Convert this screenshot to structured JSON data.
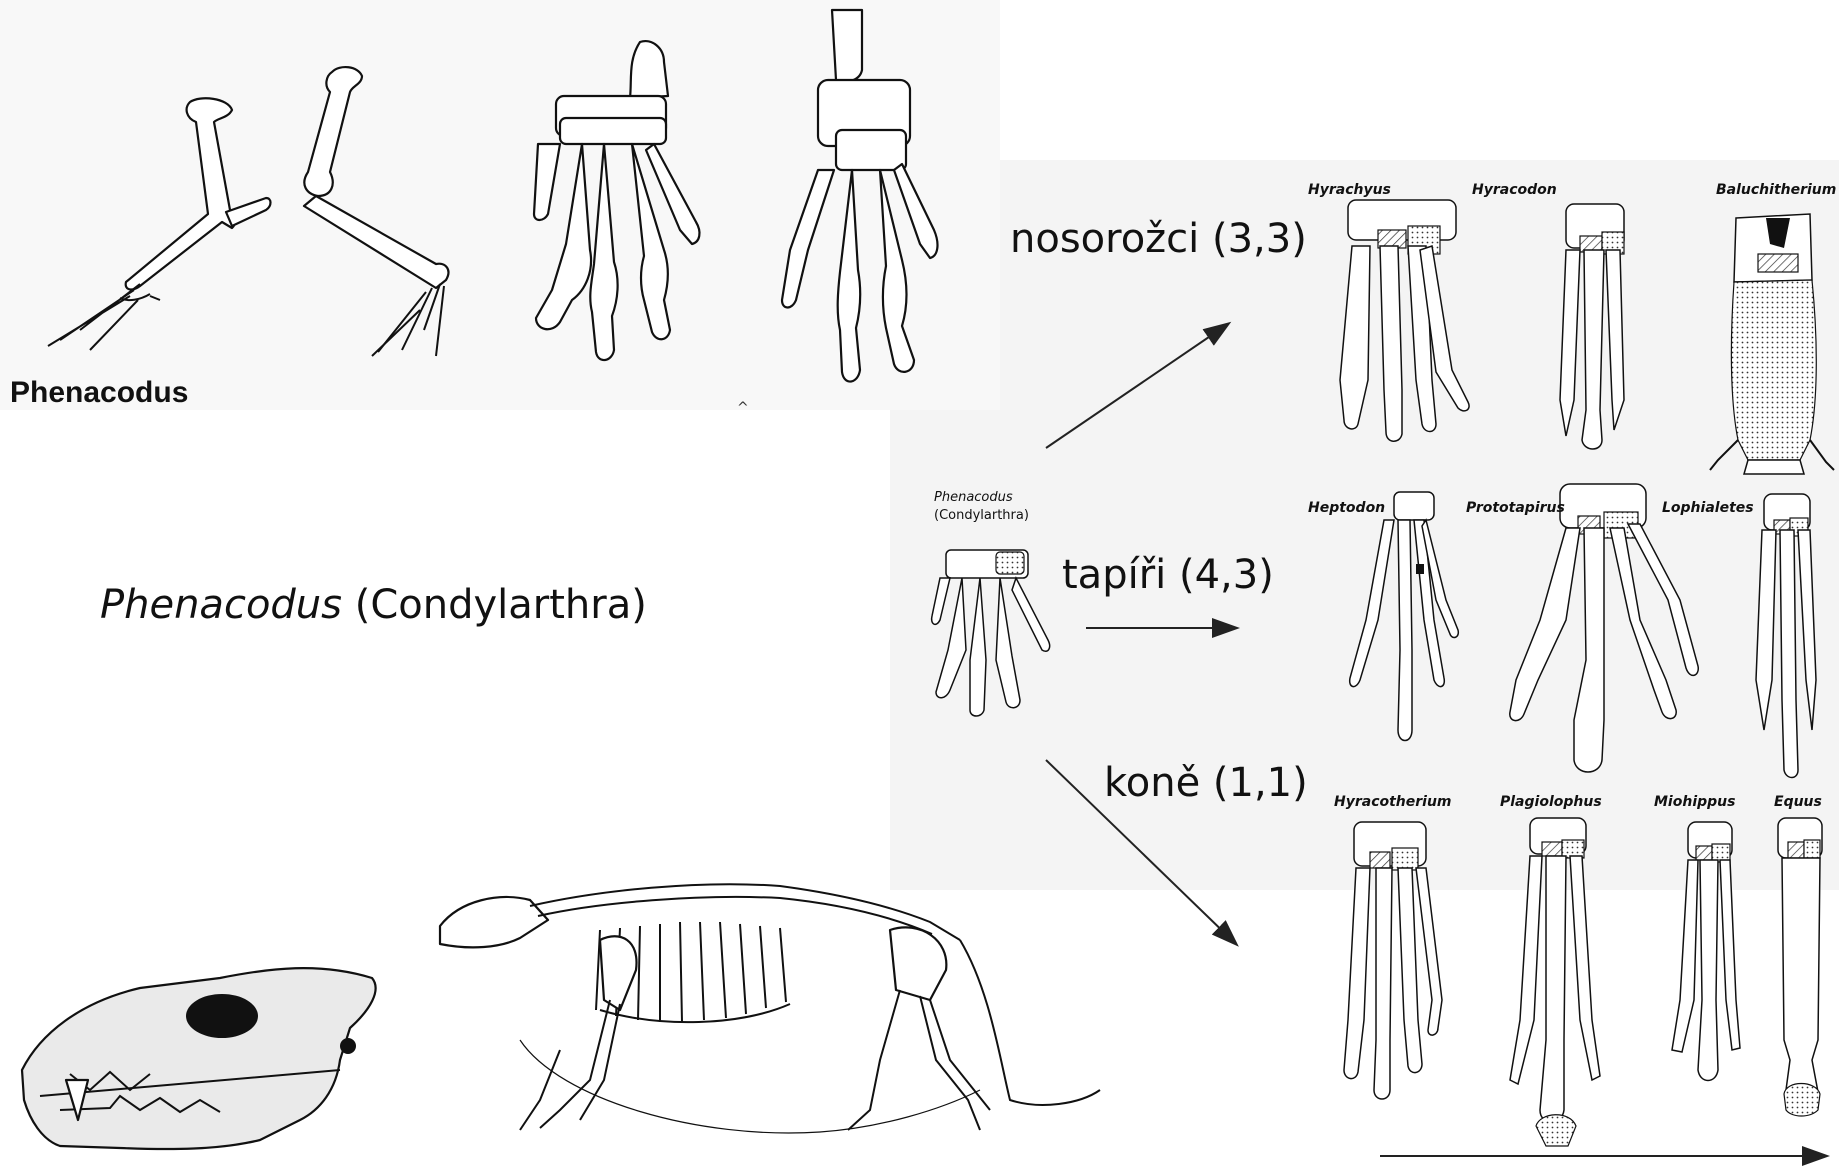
{
  "top_left_caption": "Phenacodus",
  "center_caption": {
    "genus": "Phenacodus",
    "group": "(Condylarthra)"
  },
  "root_node": {
    "genus": "Phenacodus",
    "group": "(Condylarthra)"
  },
  "lineages": [
    {
      "label": "nosorožci (3,3)",
      "genera": [
        "Hyrachyus",
        "Hyracodon",
        "Baluchitherium"
      ]
    },
    {
      "label": "tapíři (4,3)",
      "genera": [
        "Heptodon",
        "Prototapirus",
        "Lophialetes"
      ]
    },
    {
      "label": "koně (1,1)",
      "genera": [
        "Hyracotherium",
        "Plagiolophus",
        "Miohippus",
        "Equus"
      ]
    }
  ]
}
